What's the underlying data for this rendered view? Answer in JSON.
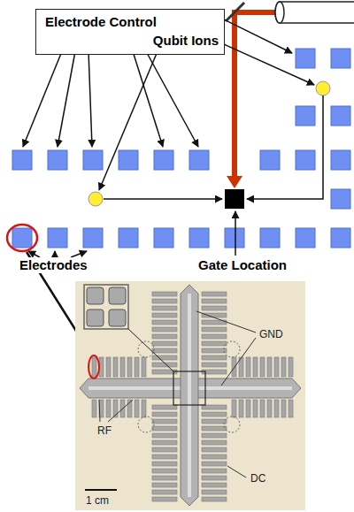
{
  "diagram": {
    "nodes": [
      {
        "text": [
          "Electrode Control",
          "Qubit Ions"
        ]
      }
    ],
    "labels": [
      "Electrodes",
      "Gate Location",
      "GND",
      "RF",
      "DC",
      "1 cm"
    ]
  }
}
